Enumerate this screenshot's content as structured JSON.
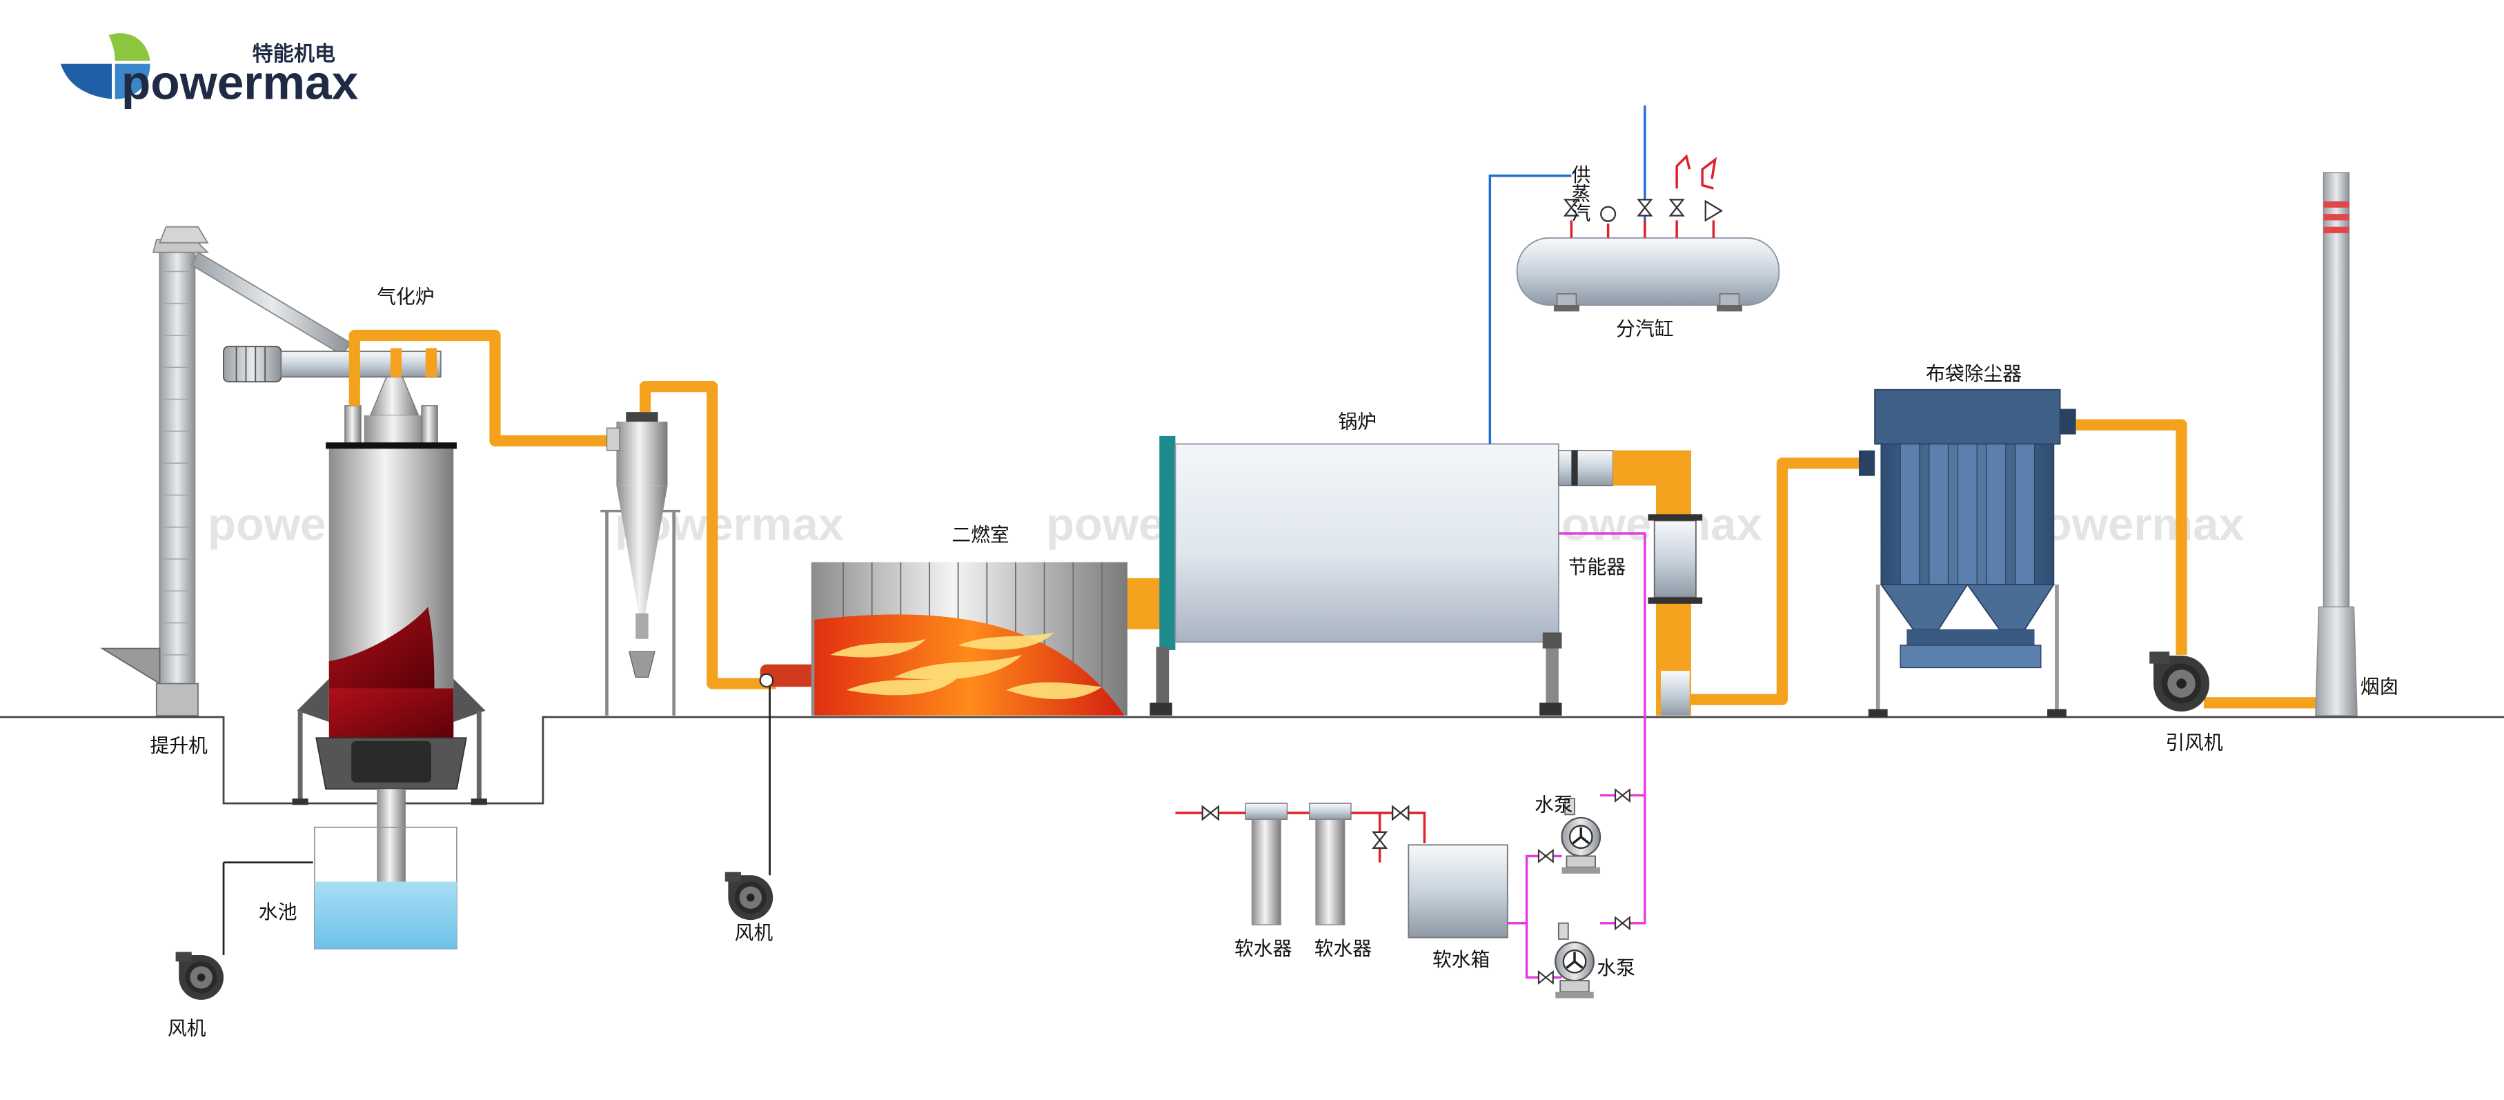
{
  "brand": {
    "name": "powermax",
    "cn_name": "特能机电",
    "colors": {
      "blue": "#1f5fa8",
      "green": "#8cc63f",
      "navy": "#1f2a44"
    }
  },
  "watermark": "powermax",
  "labels": {
    "gasifier": "气化炉",
    "hoist": "提升机",
    "water_pool": "水池",
    "fan_left": "风机",
    "fan_mid": "风机",
    "secondary_chamber": "二燃室",
    "boiler": "锅炉",
    "steam_supply": "供蒸汽",
    "steam_header": "分汽缸",
    "economizer": "节能器",
    "bag_filter": "布袋除尘器",
    "induced_fan": "引风机",
    "chimney": "烟囱",
    "softener_1": "软水器",
    "softener_2": "软水器",
    "soft_tank": "软水箱",
    "pump_1": "水泵",
    "pump_2": "水泵"
  },
  "colors": {
    "flue_pipe": "#f4a21d",
    "steam_line": "#1f6fd1",
    "feedwater_line": "#e43ce0",
    "raw_water_line": "#e0202a",
    "ground": "#444444",
    "boiler_door": "#1e8c8c",
    "filter_body": "#3e5f86",
    "pool_water": "#8fd3f0"
  },
  "icons": [
    "fan-icon",
    "pump-icon",
    "valve-icon",
    "logo-icon"
  ]
}
